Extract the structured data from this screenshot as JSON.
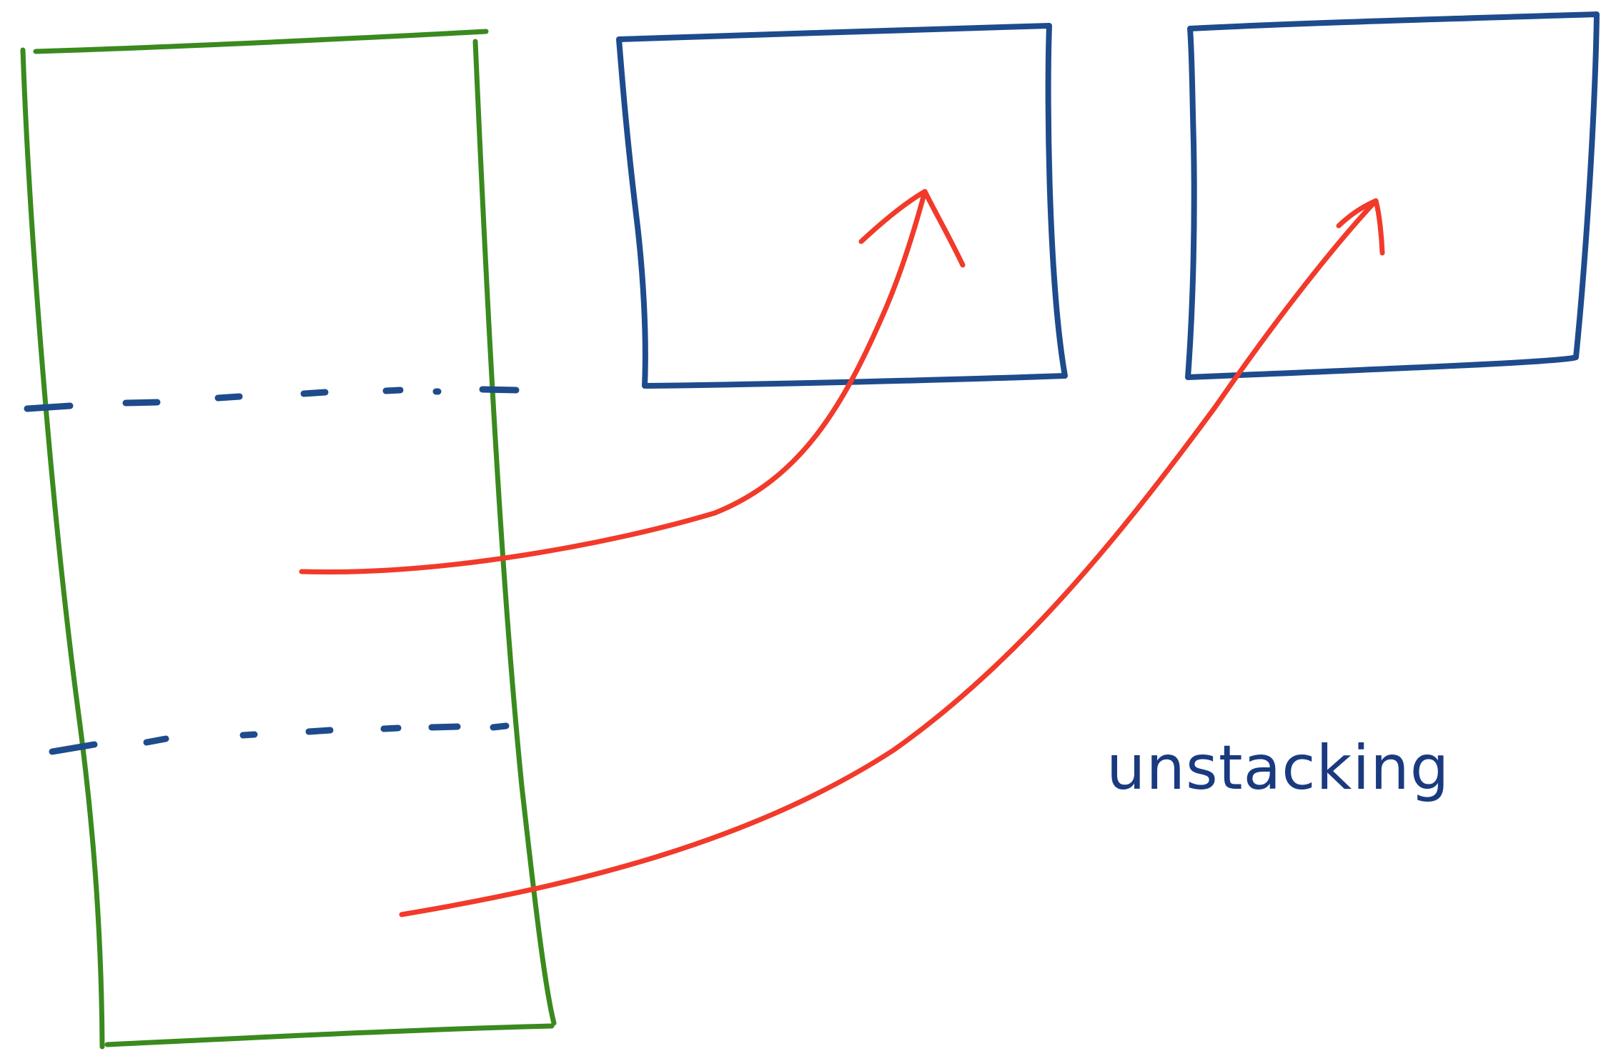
{
  "caption": {
    "text": "unstacking"
  },
  "colors": {
    "stack_outline": "#3a8a1e",
    "box_outline": "#1e4b8c",
    "divider_dash": "#1e4b8c",
    "arrow": "#f23a2a",
    "caption_text": "#1a3a80",
    "background": "#ffffff"
  },
  "elements": {
    "stack": {
      "segments": 3,
      "label": ""
    },
    "boxes": [
      {
        "label": ""
      },
      {
        "label": ""
      }
    ],
    "arrows": [
      {
        "from": "stack-segment-2",
        "to": "box-1"
      },
      {
        "from": "stack-segment-3",
        "to": "box-2"
      }
    ]
  }
}
